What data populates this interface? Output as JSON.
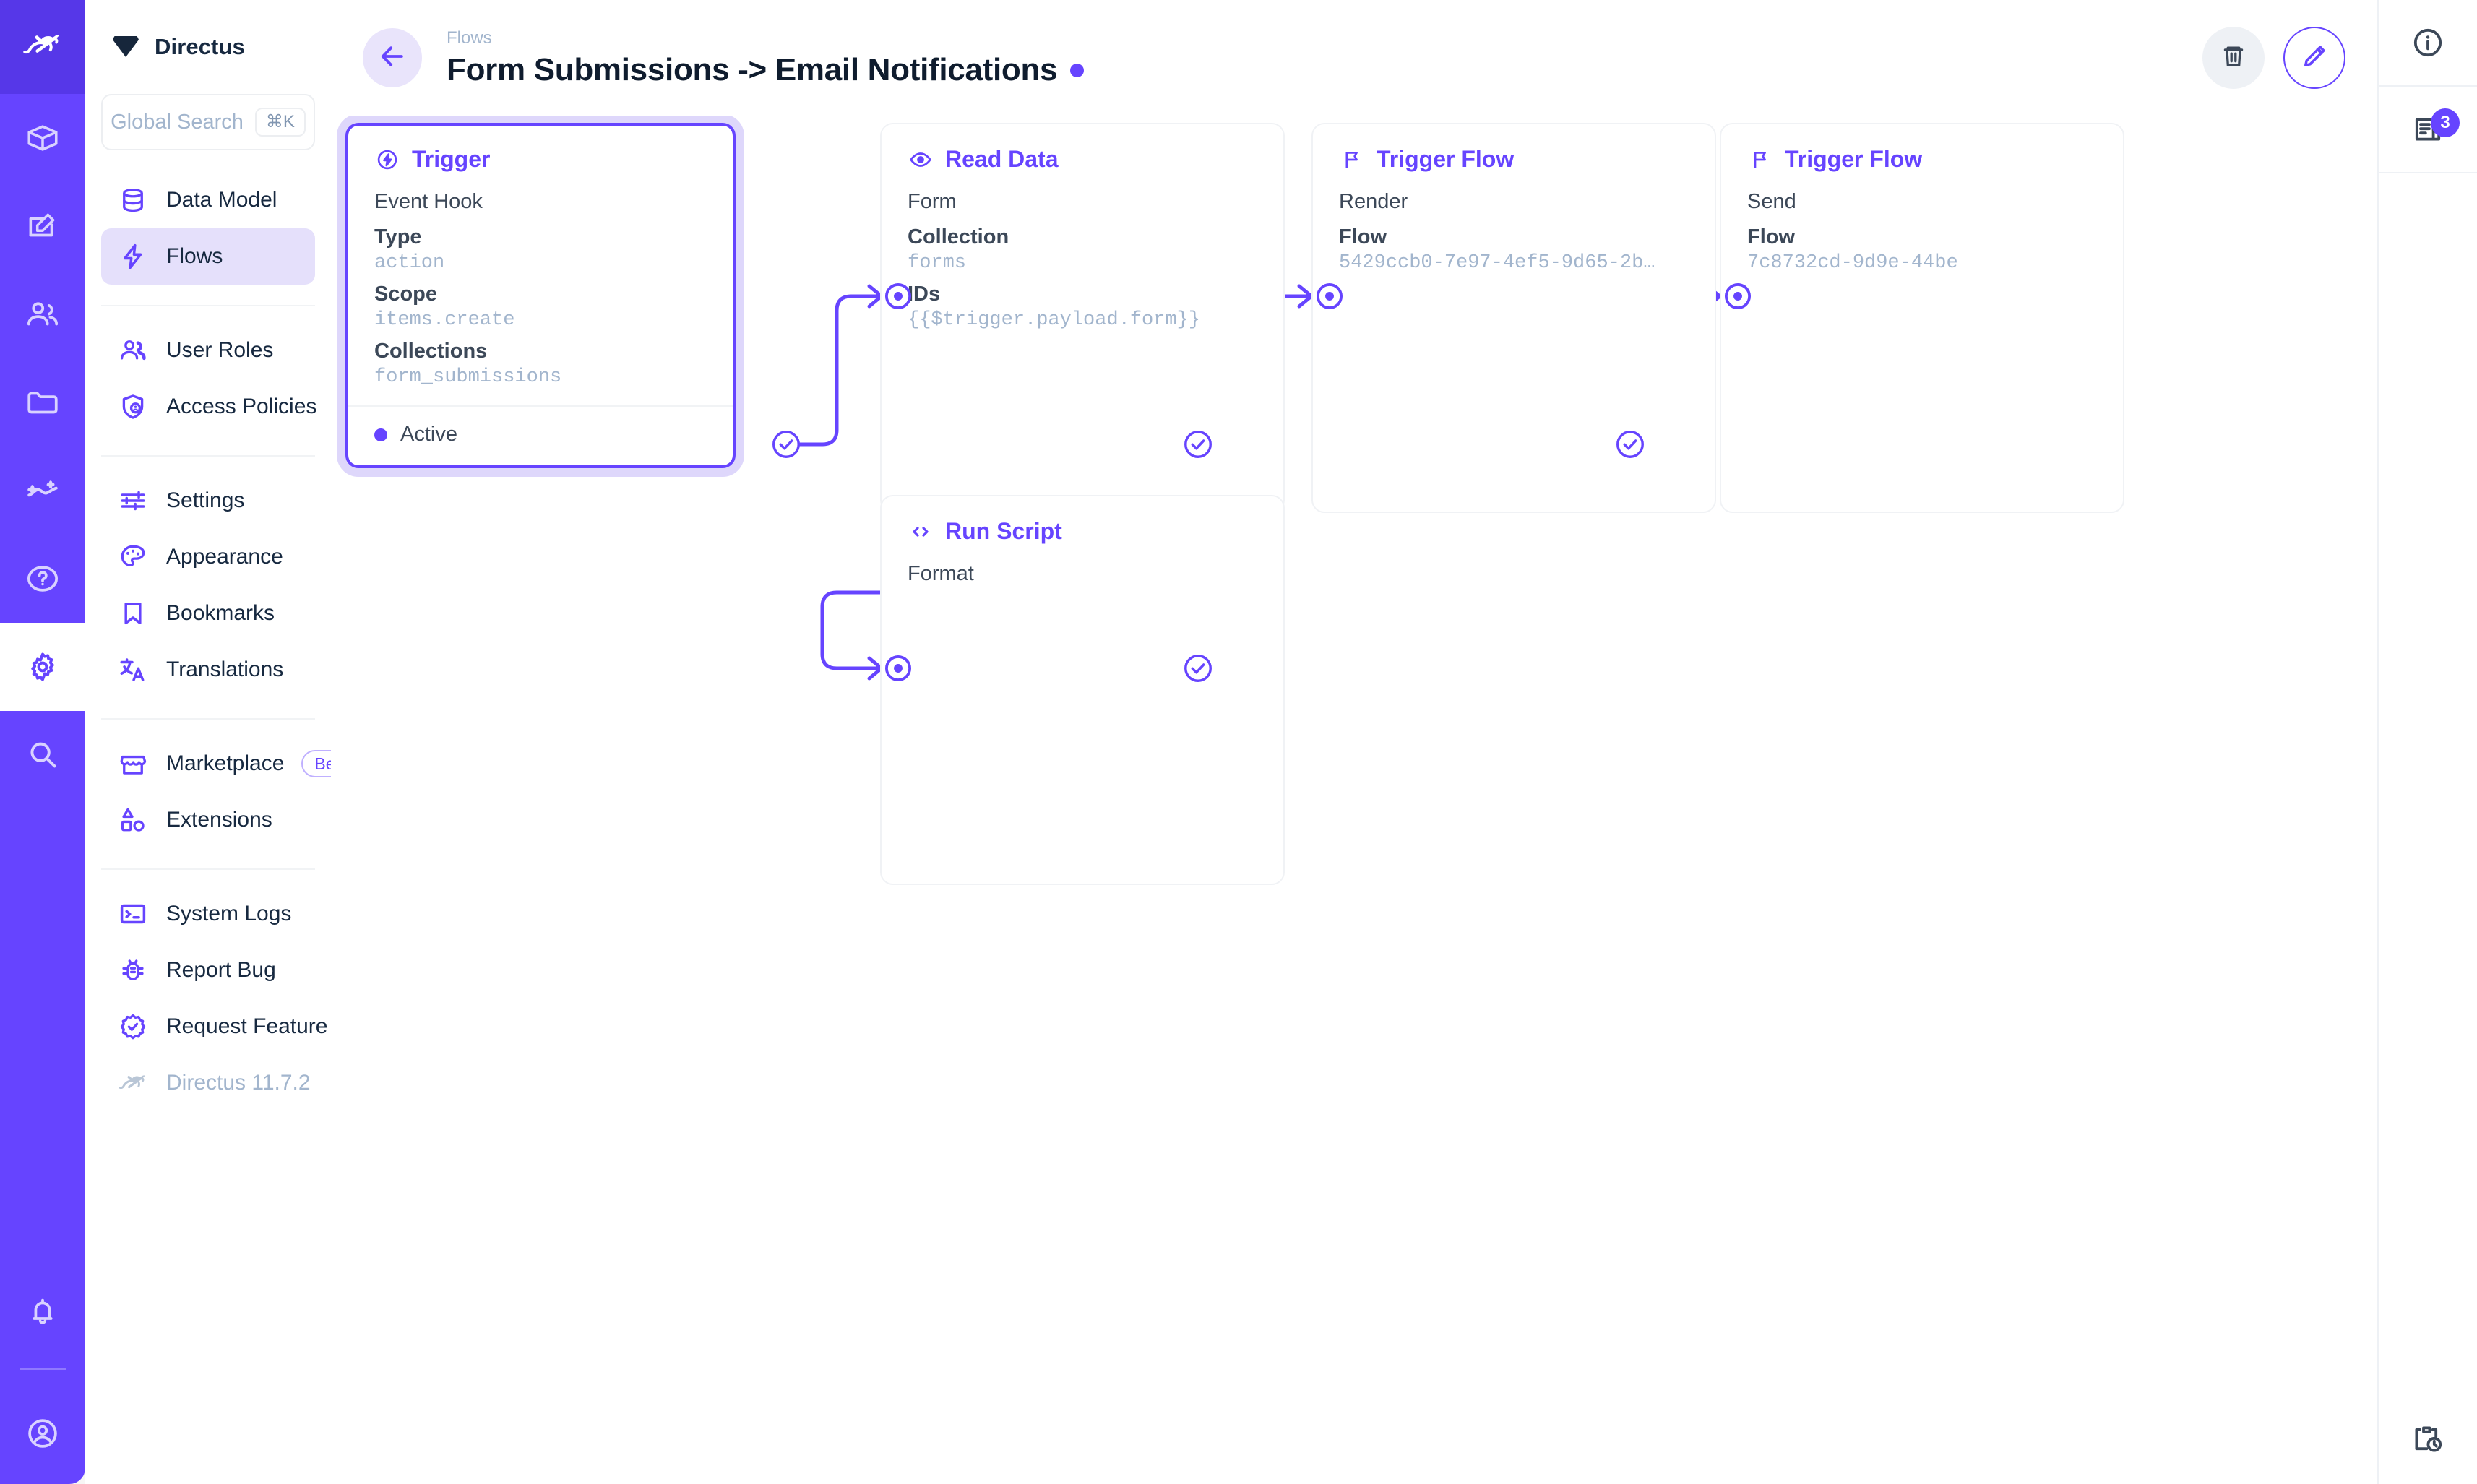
{
  "module_bar": {
    "items": [
      {
        "name": "directus-logo-icon",
        "label": "Directus"
      },
      {
        "name": "content-box-icon",
        "label": "Content"
      },
      {
        "name": "edit-square-icon",
        "label": "Editor"
      },
      {
        "name": "users-icon",
        "label": "User Directory"
      },
      {
        "name": "folder-icon",
        "label": "File Library"
      },
      {
        "name": "insights-icon",
        "label": "Insights"
      },
      {
        "name": "help-circle-icon",
        "label": "Help"
      },
      {
        "name": "gear-icon",
        "label": "Settings"
      },
      {
        "name": "search-icon",
        "label": "Search"
      }
    ],
    "bottom": [
      {
        "name": "bell-icon",
        "label": "Notifications"
      },
      {
        "name": "account-circle-icon",
        "label": "Account"
      }
    ]
  },
  "sidebar": {
    "brand": "Directus",
    "search": {
      "placeholder": "Global Search",
      "shortcut": "⌘K"
    },
    "groups": [
      {
        "items": [
          {
            "label": "Data Model",
            "icon": "database-icon",
            "selected": false
          },
          {
            "label": "Flows",
            "icon": "bolt-icon",
            "selected": true
          }
        ]
      },
      {
        "items": [
          {
            "label": "User Roles",
            "icon": "users-icon",
            "selected": false
          },
          {
            "label": "Access Policies",
            "icon": "shield-user-icon",
            "selected": false
          }
        ]
      },
      {
        "items": [
          {
            "label": "Settings",
            "icon": "sliders-icon",
            "selected": false
          },
          {
            "label": "Appearance",
            "icon": "palette-icon",
            "selected": false
          },
          {
            "label": "Bookmarks",
            "icon": "bookmark-icon",
            "selected": false
          },
          {
            "label": "Translations",
            "icon": "translate-icon",
            "selected": false
          }
        ]
      },
      {
        "items": [
          {
            "label": "Marketplace",
            "icon": "store-icon",
            "selected": false,
            "badge": "Beta"
          },
          {
            "label": "Extensions",
            "icon": "extensions-icon",
            "selected": false
          }
        ]
      },
      {
        "items": [
          {
            "label": "System Logs",
            "icon": "terminal-icon",
            "selected": false
          },
          {
            "label": "Report Bug",
            "icon": "bug-icon",
            "selected": false
          },
          {
            "label": "Request Feature",
            "icon": "badge-check-icon",
            "selected": false
          },
          {
            "label": "Directus 11.7.2",
            "icon": "directus-rabbit-icon",
            "selected": false,
            "muted": true
          }
        ]
      }
    ]
  },
  "header": {
    "back_icon": "arrow-left-icon",
    "breadcrumb": "Flows",
    "title": "Form Submissions -> Email Notifications",
    "status_dot_color": "#6644ff",
    "actions": [
      {
        "name": "delete-flow-button",
        "icon": "trash-icon"
      },
      {
        "name": "edit-flow-button",
        "icon": "pencil-icon"
      }
    ]
  },
  "right_rail": {
    "buttons": [
      {
        "name": "info-sidebar-button",
        "icon": "info-circle-icon",
        "badge": null
      },
      {
        "name": "logs-sidebar-button",
        "icon": "logs-icon",
        "badge": "3"
      }
    ],
    "bottom": {
      "name": "revisions-button",
      "icon": "clipboard-clock-icon"
    }
  },
  "canvas": {
    "nodes": [
      {
        "id": "trigger",
        "kind": "trigger",
        "title": "Trigger",
        "icon": "bolt-circle-icon",
        "subtitle": "Event Hook",
        "fields": [
          {
            "key": "Type",
            "value": "action"
          },
          {
            "key": "Scope",
            "value": "items.create"
          },
          {
            "key": "Collections",
            "value": "form_submissions"
          }
        ],
        "footer": {
          "status": "Active",
          "dot_color": "#6644ff"
        }
      },
      {
        "id": "read-data",
        "kind": "operation",
        "title": "Read Data",
        "icon": "eye-icon",
        "subtitle": "Form",
        "fields": [
          {
            "key": "Collection",
            "value": "forms"
          },
          {
            "key": "IDs",
            "value": "{{$trigger.payload.form}}"
          }
        ]
      },
      {
        "id": "trigger-flow-render",
        "kind": "operation",
        "title": "Trigger Flow",
        "icon": "flag-icon",
        "subtitle": "Render",
        "fields": [
          {
            "key": "Flow",
            "value": "5429ccb0-7e97-4ef5-9d65-2b…"
          }
        ]
      },
      {
        "id": "trigger-flow-send",
        "kind": "operation",
        "title": "Trigger Flow",
        "icon": "flag-icon",
        "subtitle": "Send",
        "fields": [
          {
            "key": "Flow",
            "value": "7c8732cd-9d9e-44be"
          }
        ]
      },
      {
        "id": "run-script",
        "kind": "operation",
        "title": "Run Script",
        "icon": "code-icon",
        "subtitle": "Format",
        "fields": []
      }
    ],
    "edges": [
      {
        "from": "trigger",
        "to": "read-data"
      },
      {
        "from": "read-data",
        "to": "run-script"
      },
      {
        "from": "run-script",
        "to": "trigger-flow-render"
      },
      {
        "from": "trigger-flow-render",
        "to": "trigger-flow-send"
      }
    ]
  },
  "colors": {
    "accent": "#6644ff",
    "accent_soft": "#e5e0fb",
    "text": "#172940",
    "muted": "#a2b5cd",
    "border": "#f0f2f5"
  }
}
